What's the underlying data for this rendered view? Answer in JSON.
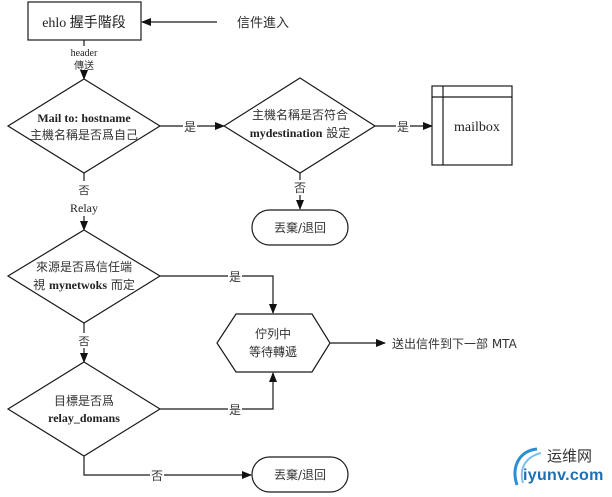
{
  "diagram": {
    "title": "Postfix mail flow",
    "nodes": {
      "ehlo": {
        "line1": "ehlo 握手階段"
      },
      "incoming": {
        "label": "信件進入"
      },
      "header_send": {
        "line1": "header",
        "line2": "傳送"
      },
      "decision_hostname": {
        "line1": "Mail to: hostname",
        "line2": "主機名稱是否爲自己"
      },
      "decision_mydestination": {
        "line1": "主機名稱是否符合",
        "line2_bold": "mydestination",
        "line2_rest": " 設定"
      },
      "mailbox": {
        "label": "mailbox"
      },
      "discard_1": {
        "label": "丟棄/退回"
      },
      "decision_mynetworks": {
        "line1": "來源是否爲信任端",
        "line2_pre": "視 ",
        "line2_bold": "mynetwoks",
        "line2_rest": " 而定"
      },
      "queue": {
        "line1": "佇列中",
        "line2": "等待轉遞"
      },
      "send_next": {
        "label": "送出信件到下一部 MTA"
      },
      "decision_relay_domains": {
        "line1": "目標是否爲",
        "line2": "relay_domans"
      },
      "discard_2": {
        "label": "丟棄/退回"
      }
    },
    "edge_labels": {
      "yes_1": "是",
      "yes_2": "是",
      "no_1": "否",
      "relay": "Relay",
      "no_2": "否",
      "yes_3": "是",
      "no_3": "否",
      "yes_4": "是",
      "no_4": "否"
    }
  },
  "watermark": {
    "cn": "运维网",
    "en": "iyunv.com",
    "color": "#1b6fb5"
  }
}
